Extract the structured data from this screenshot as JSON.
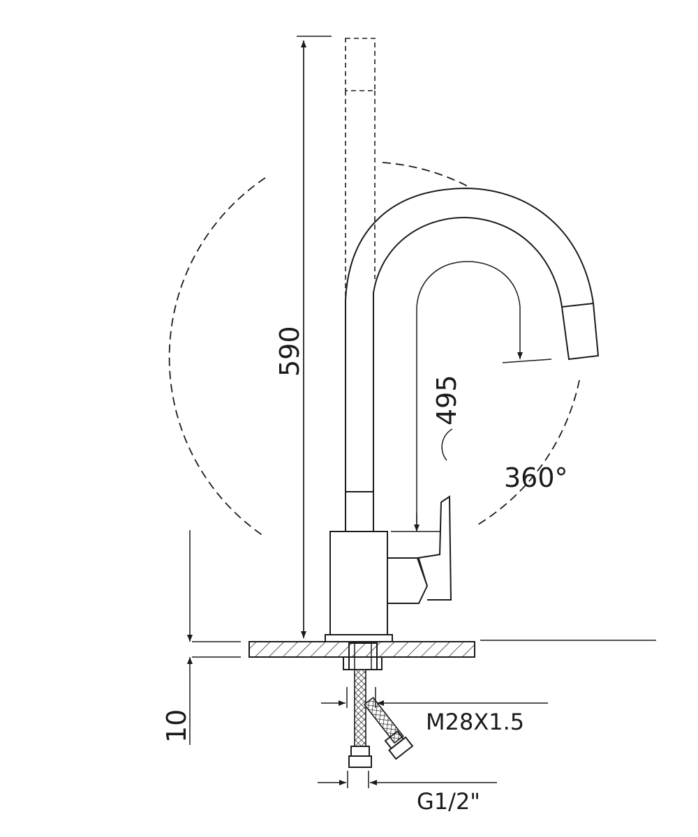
{
  "dimensions": {
    "height_total": "590",
    "spout_height": "495",
    "rotation": "360°",
    "deck_thickness": "10",
    "thread": "M28X1.5",
    "hose_connection": "G1/2\""
  }
}
